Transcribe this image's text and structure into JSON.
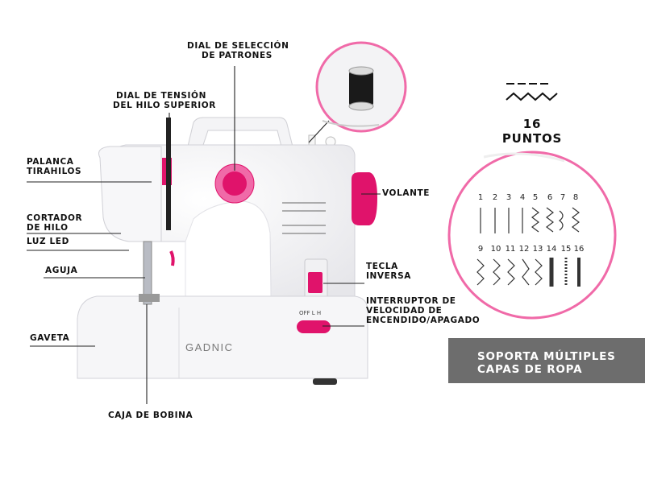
{
  "labels": {
    "dial_patrones": "DIAL DE SELECCIÓN\nDE PATRONES",
    "dial_tension": "DIAL DE TENSIÓN\nDEL HILO SUPERIOR",
    "palanca": "PALANCA\nTIRAHILOS",
    "cortador": "CORTADOR\nDE HILO",
    "luz_led": "LUZ LED",
    "aguja": "AGUJA",
    "gaveta": "GAVETA",
    "caja_bobina": "CAJA DE BOBINA",
    "volante": "VOLANTE",
    "tecla_inversa": "TECLA\nINVERSA",
    "interruptor": "INTERRUPTOR DE\nVELOCIDAD DE\nENCENDIDO/APAGADO"
  },
  "puntos": "16\nPUNTOS",
  "banner": "SOPORTA MÚLTIPLES\nCAPAS DE ROPA",
  "brand": "GADNIC",
  "switch_marks": "OFF  L  H",
  "stitch_numbers_top": [
    "1",
    "2",
    "3",
    "4",
    "5",
    "6",
    "7",
    "8"
  ],
  "stitch_numbers_bottom": [
    "9",
    "10",
    "11",
    "12",
    "13",
    "14",
    "15",
    "16"
  ],
  "colors": {
    "accent_pink": "#e0136b",
    "banner_gray": "#6d6d6d",
    "circle_border": "#f06aa8"
  }
}
